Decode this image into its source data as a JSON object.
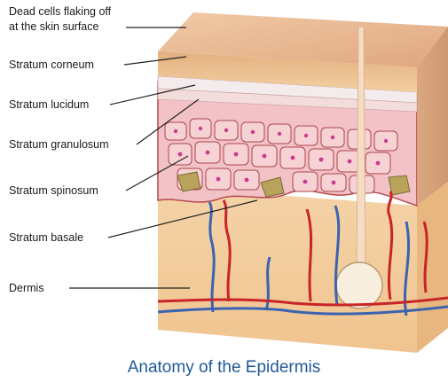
{
  "labels": {
    "dead_cells_line1": "Dead cells flaking  off",
    "dead_cells_line2": "at the skin surface",
    "stratum_corneum": "Stratum corneum",
    "stratum_lucidum": "Stratum lucidum",
    "stratum_granulosum": "Stratum granulosum",
    "stratum_spinosum": "Stratum spinosum",
    "stratum_basale": "Stratum basale",
    "dermis": "Dermis"
  },
  "title": "Anatomy of the Epidermis",
  "colors": {
    "title": "#1f5a97",
    "surface": "#e6b48f",
    "dermis": "#f1c896",
    "cells": "#f4c4c8",
    "nucleus": "#c93b8c",
    "artery": "#c8242a",
    "vein": "#3b63b0"
  }
}
